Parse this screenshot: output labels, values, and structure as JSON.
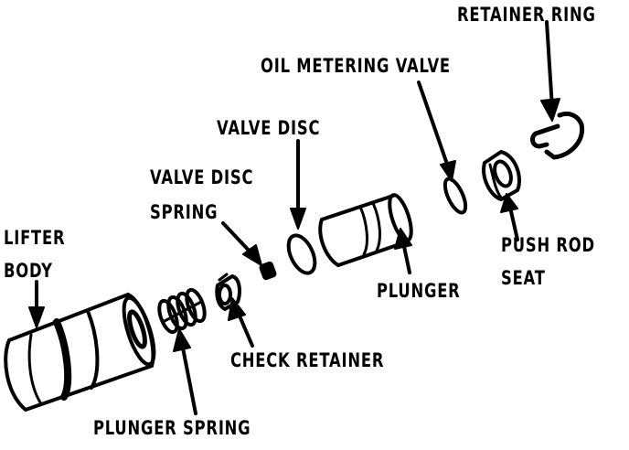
{
  "labels": {
    "retainer_ring": "RETAINER RING",
    "oil_metering_valve": "OIL METERING VALVE",
    "valve_disc": "VALVE DISC",
    "valve_disc_spring_line1": "VALVE DISC",
    "valve_disc_spring_line2": "SPRING",
    "lifter_body_line1": "LIFTER",
    "lifter_body_line2": "BODY",
    "push_rod_seat_line1": "PUSH ROD",
    "push_rod_seat_line2": "SEAT",
    "plunger": "PLUNGER",
    "check_retainer": "CHECK RETAINER",
    "plunger_spring": "PLUNGER SPRING"
  }
}
